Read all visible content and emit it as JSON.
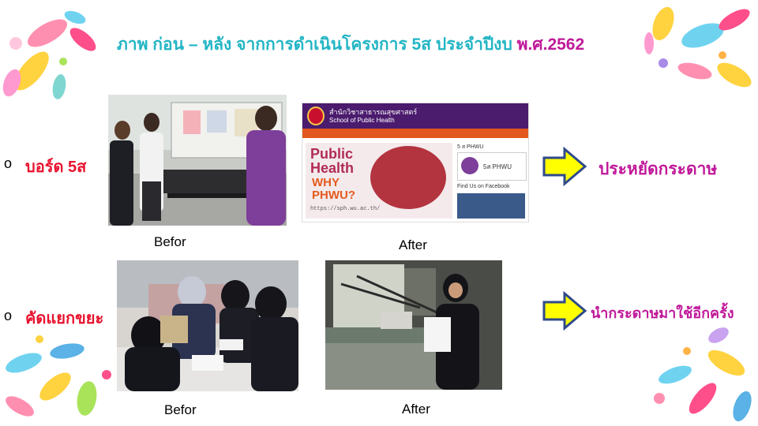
{
  "title": {
    "part1": "ภาพ ก่อน – หลัง จากการดำเนินโครงการ 5ส ประจำปีงบ ",
    "part2": "พ.ศ.2562"
  },
  "rows": [
    {
      "bullet": "o",
      "label": "บอร์ด 5ส",
      "before_caption": "Befor",
      "after_caption": "After",
      "result": "ประหยัดกระดาษ"
    },
    {
      "bullet": "o",
      "label": "คัดแยกขยะ",
      "before_caption": "Befor",
      "after_caption": "After",
      "result": "นำกระดาษมาใช้อีกครั้ง"
    }
  ],
  "website": {
    "org_th": "สำนักวิชาสาธารณสุขศาสตร์",
    "org_en": "School of Public Health",
    "banner_line1": "Public",
    "banner_line2": "Health",
    "banner_line3": "WHY",
    "banner_line4": "PHWU?",
    "url": "https://sph.wu.ac.th/",
    "side_title": "5 ส PHWU",
    "side_badge": "5ส PHWU",
    "facebook_title": "Find Us on Facebook"
  },
  "colors": {
    "title_cyan": "#22b5c4",
    "title_magenta": "#c0199a",
    "label_red": "#e8112d",
    "arrow_yellow": "#ffff00",
    "arrow_outline": "#2f4a8a",
    "site_purple": "#4b1b6e"
  },
  "icons": [
    "arrow-right-icon",
    "confetti-decoration"
  ]
}
